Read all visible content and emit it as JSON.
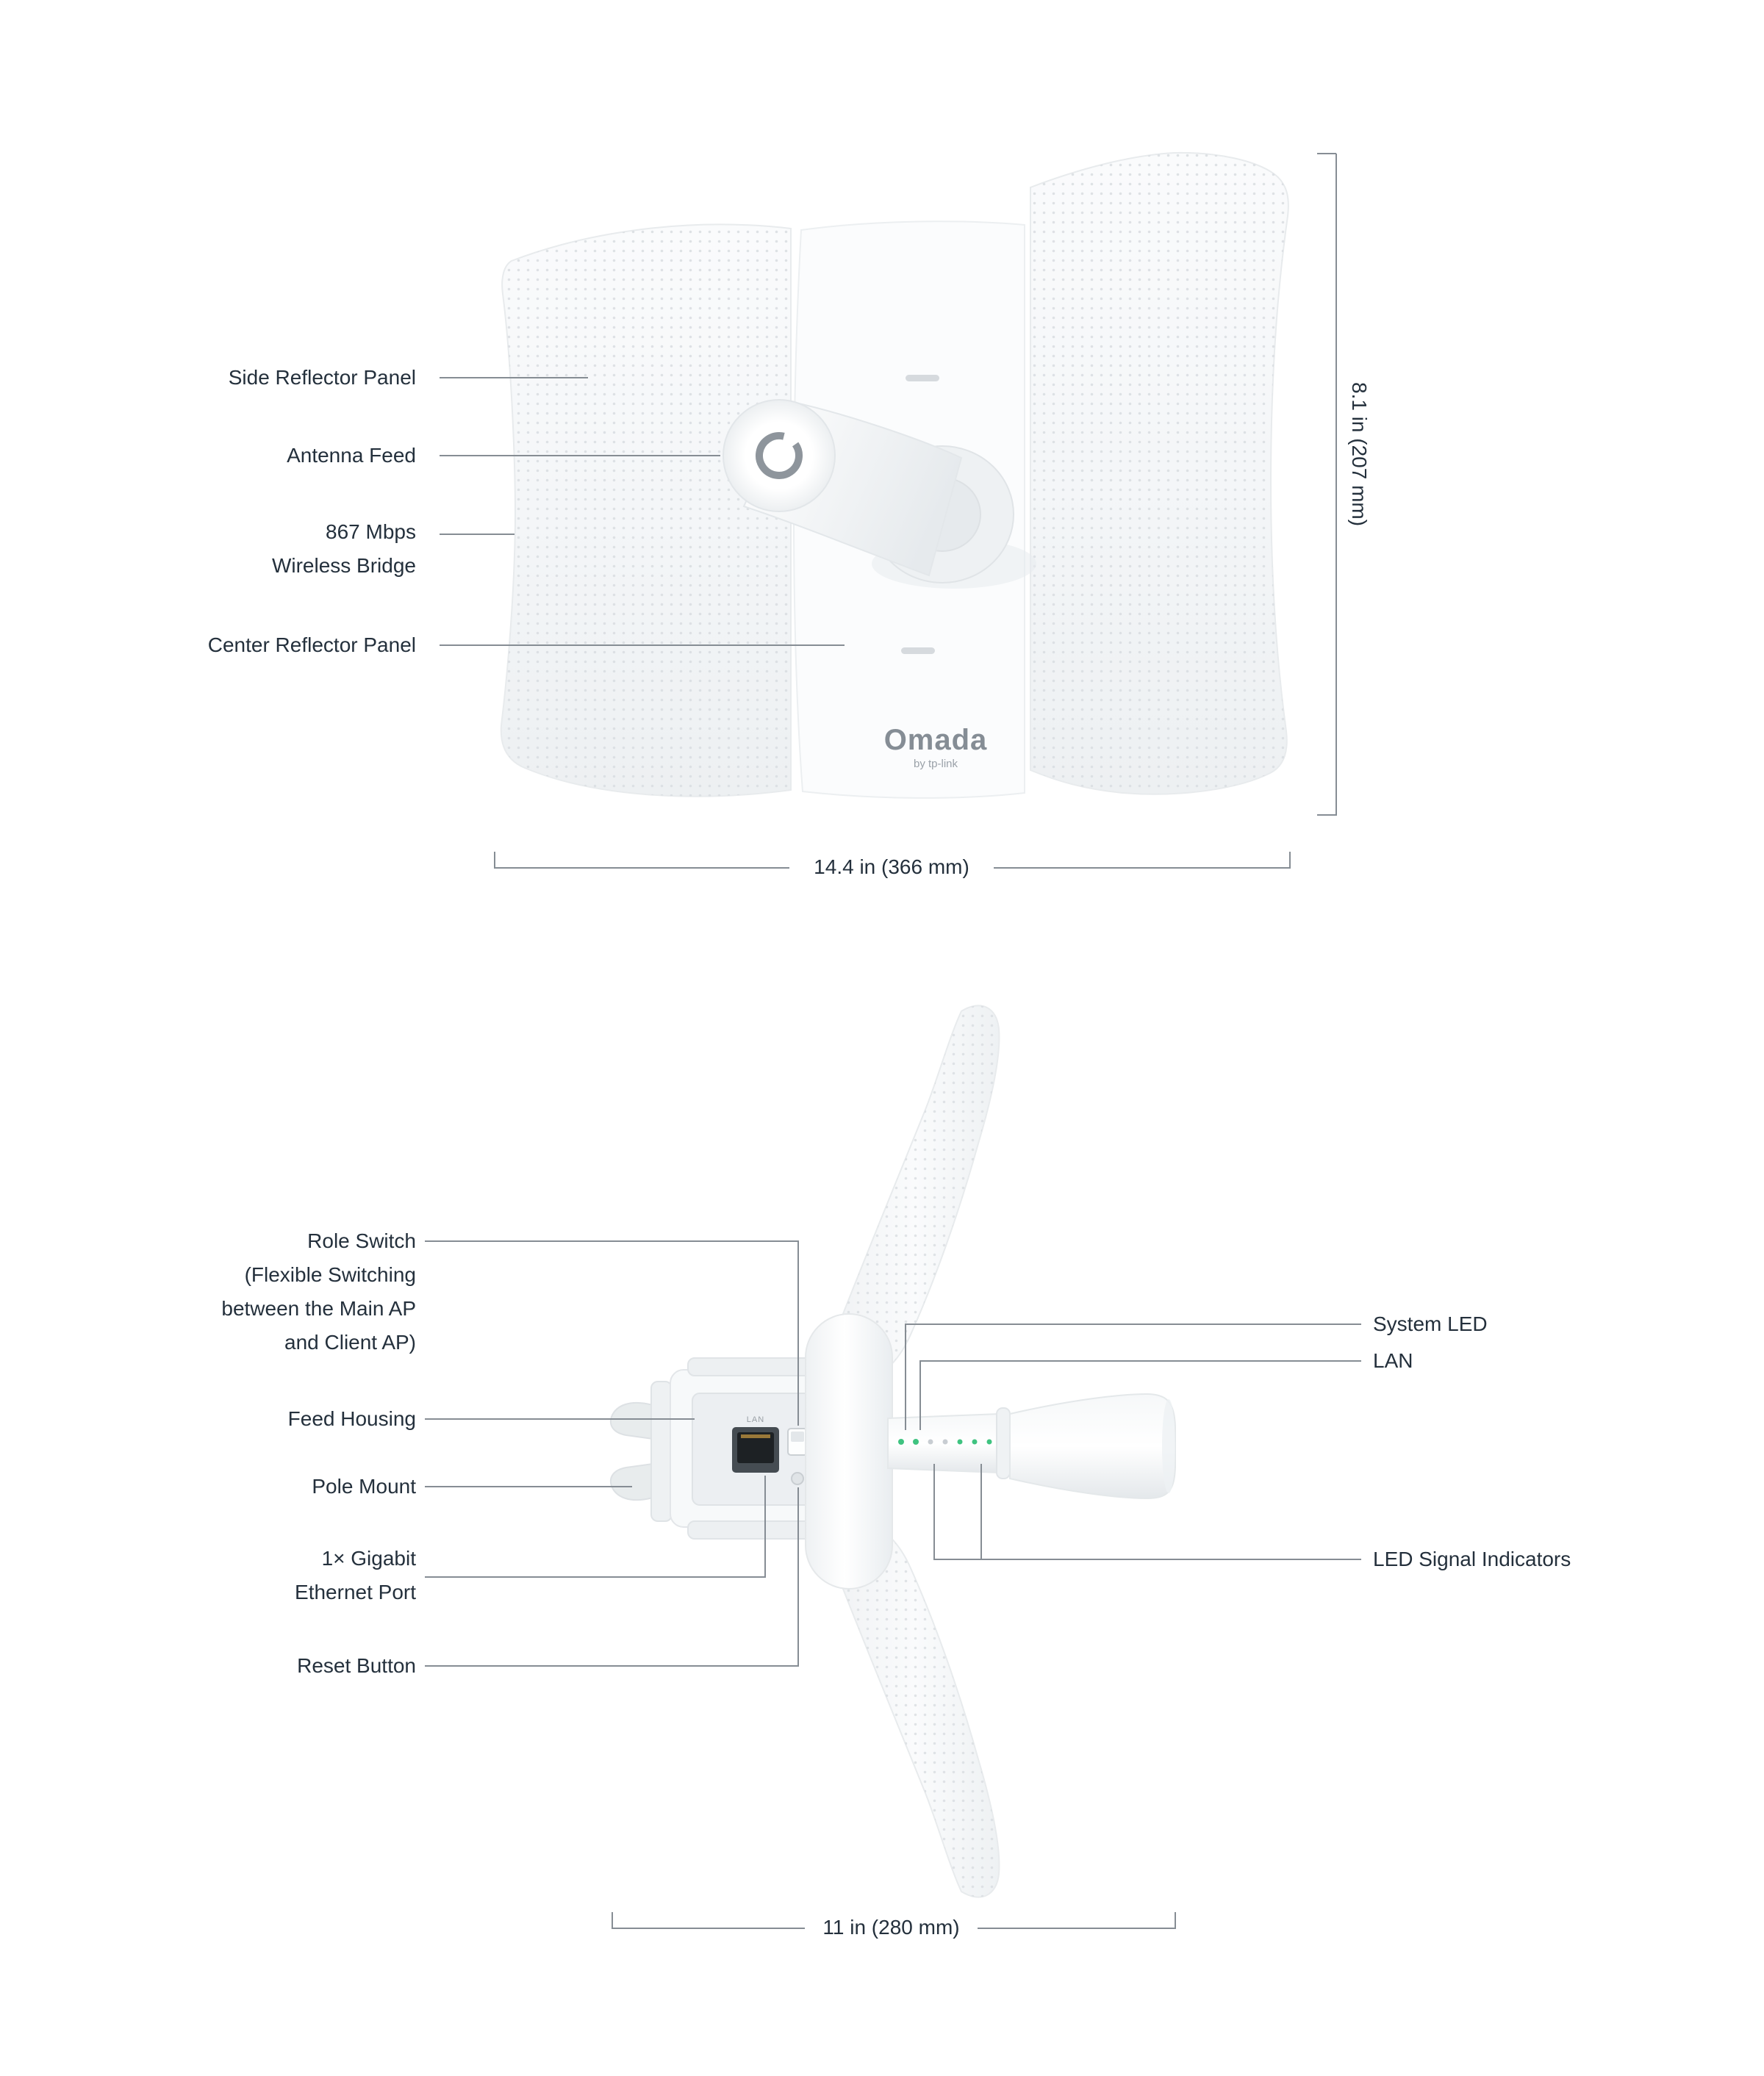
{
  "front_view": {
    "labels": {
      "side_reflector": "Side Reflector Panel",
      "antenna_feed": "Antenna Feed",
      "wireless_bridge": "867 Mbps\nWireless Bridge",
      "center_reflector": "Center Reflector Panel"
    },
    "dim_height": "8.1 in (207 mm)",
    "dim_width": "14.4 in (366 mm)",
    "logo": "Omada",
    "logo_sub": "by tp-link"
  },
  "top_view": {
    "labels": {
      "role_switch": "Role Switch\n(Flexible Switching\nbetween the Main AP\nand Client AP)",
      "feed_housing": "Feed Housing",
      "pole_mount": "Pole Mount",
      "ethernet_port": "1× Gigabit\nEthernet Port",
      "reset_button": "Reset Button",
      "system_led": "System LED",
      "lan": "LAN",
      "led_signal": "LED Signal Indicators"
    },
    "port_label": "LAN",
    "dim_width": "11 in (280 mm)"
  },
  "colors": {
    "label_text": "#24303c",
    "line": "#868d94",
    "led_green": "#3fc380"
  }
}
